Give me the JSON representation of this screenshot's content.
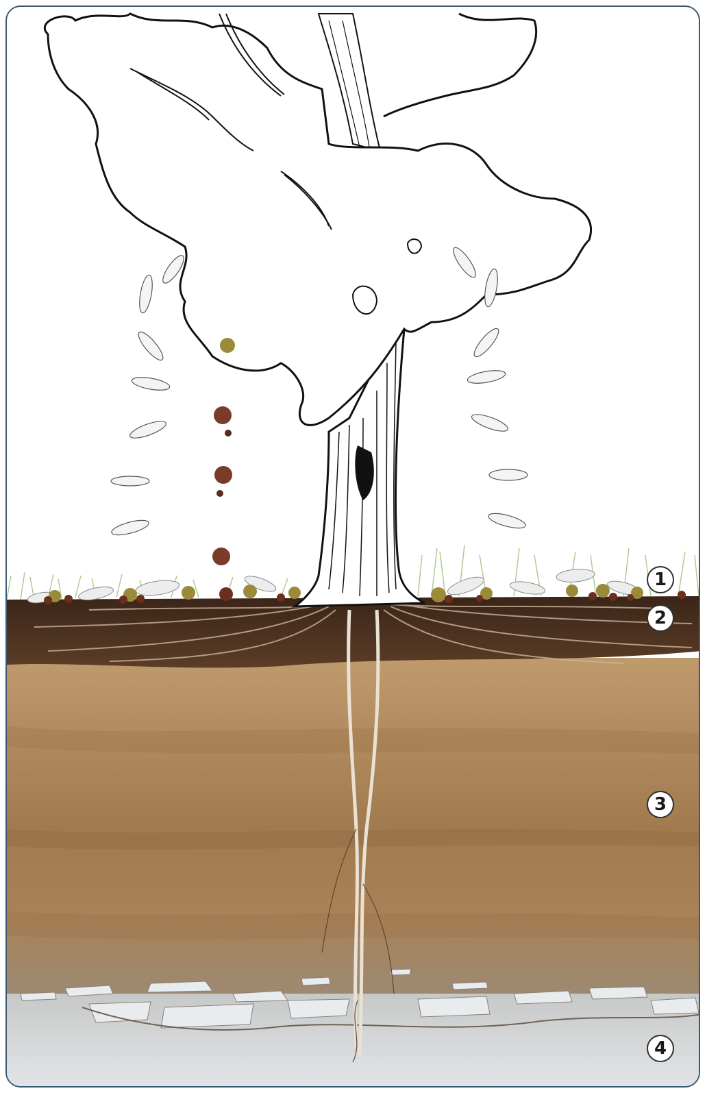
{
  "figure": {
    "layers": [
      {
        "marker": "1",
        "color": "#9fbf7a"
      },
      {
        "marker": "2",
        "color": "#4a3222"
      },
      {
        "marker": "3",
        "color": "#a88358"
      },
      {
        "marker": "4",
        "color": "#d2d6da"
      }
    ],
    "colors": {
      "frame": "#3a5a74",
      "grass": "#9fbf7a",
      "topsoil": "#4a3222",
      "subsoil": "#a88358",
      "bedrock": "#d2d6da",
      "ink": "#111111",
      "chestnut": "#7a3b2a",
      "burr": "#9a8a3a"
    }
  }
}
